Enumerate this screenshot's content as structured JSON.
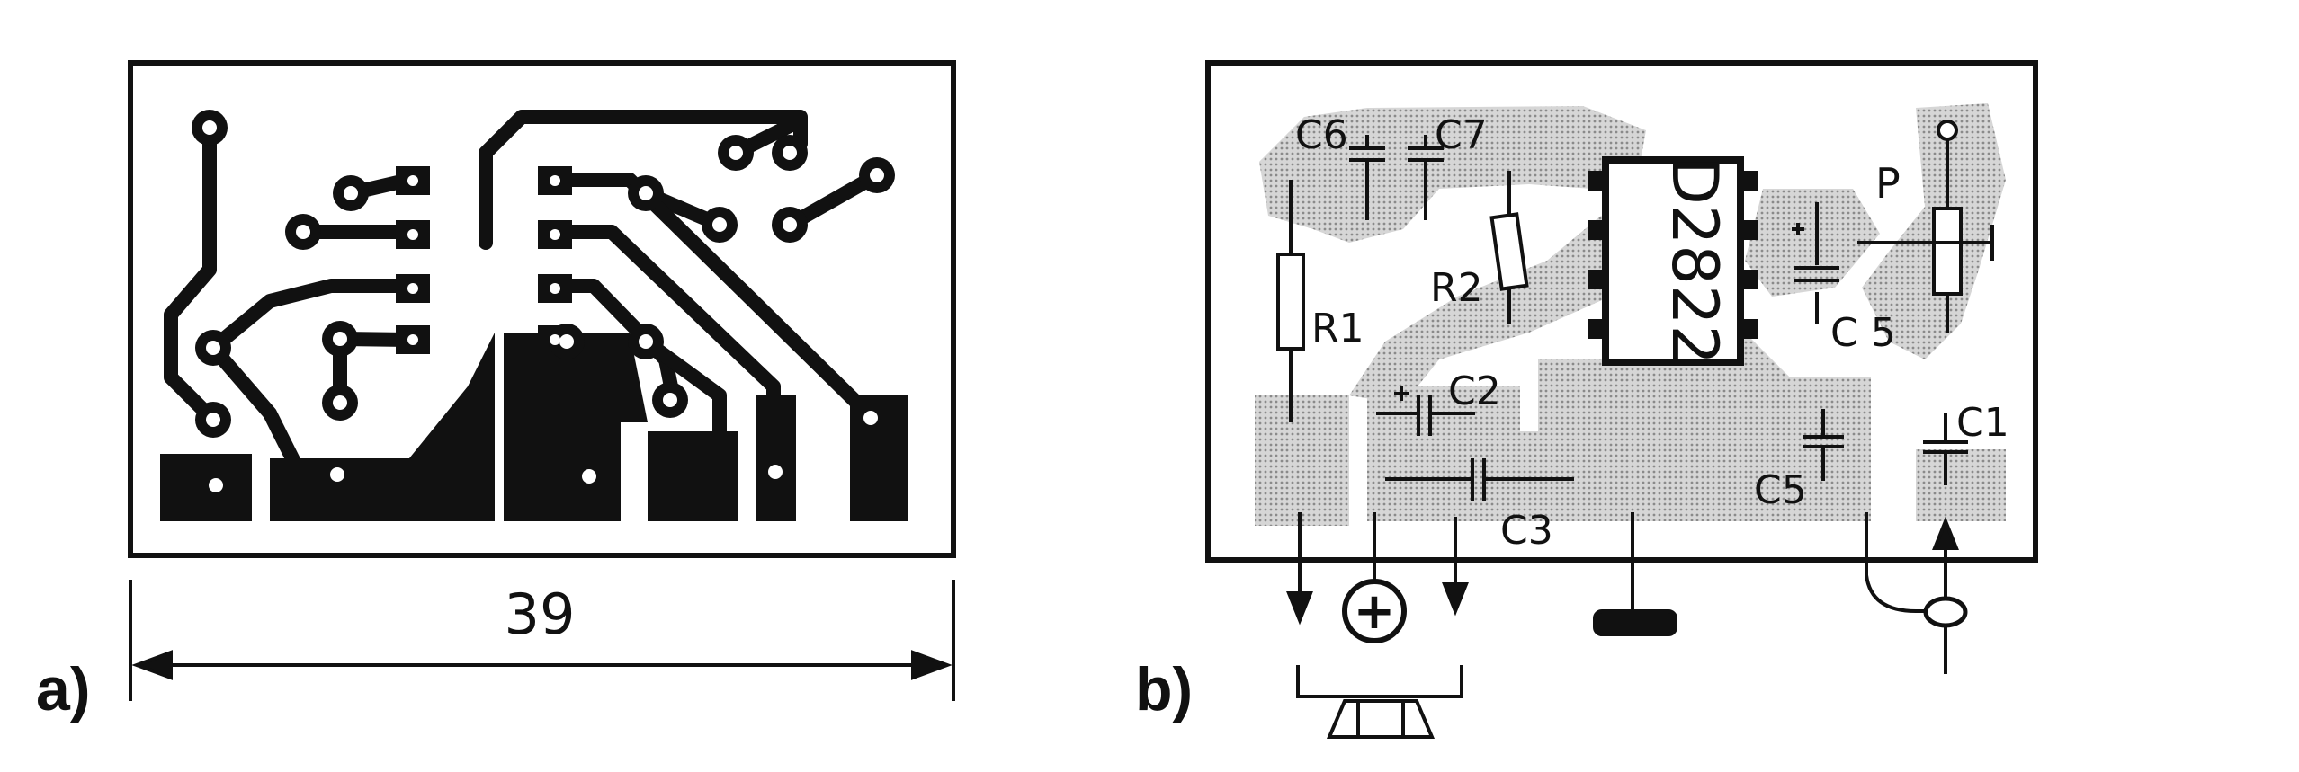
{
  "panel_a": {
    "label": "a)",
    "dimension_label": "39"
  },
  "panel_b": {
    "label": "b)",
    "ic_label": "D2822",
    "components": {
      "c6": "C6",
      "c7": "C7",
      "r1": "R1",
      "r2": "R2",
      "c2": "C2",
      "c3": "C3",
      "c5_right": "C 5",
      "c5_bottom": "C5",
      "c1": "C1",
      "p": "P"
    },
    "polarity_plus": "+"
  },
  "colors": {
    "ink": "#111111",
    "copper_shade": "#bdbdbd",
    "background": "#ffffff"
  }
}
